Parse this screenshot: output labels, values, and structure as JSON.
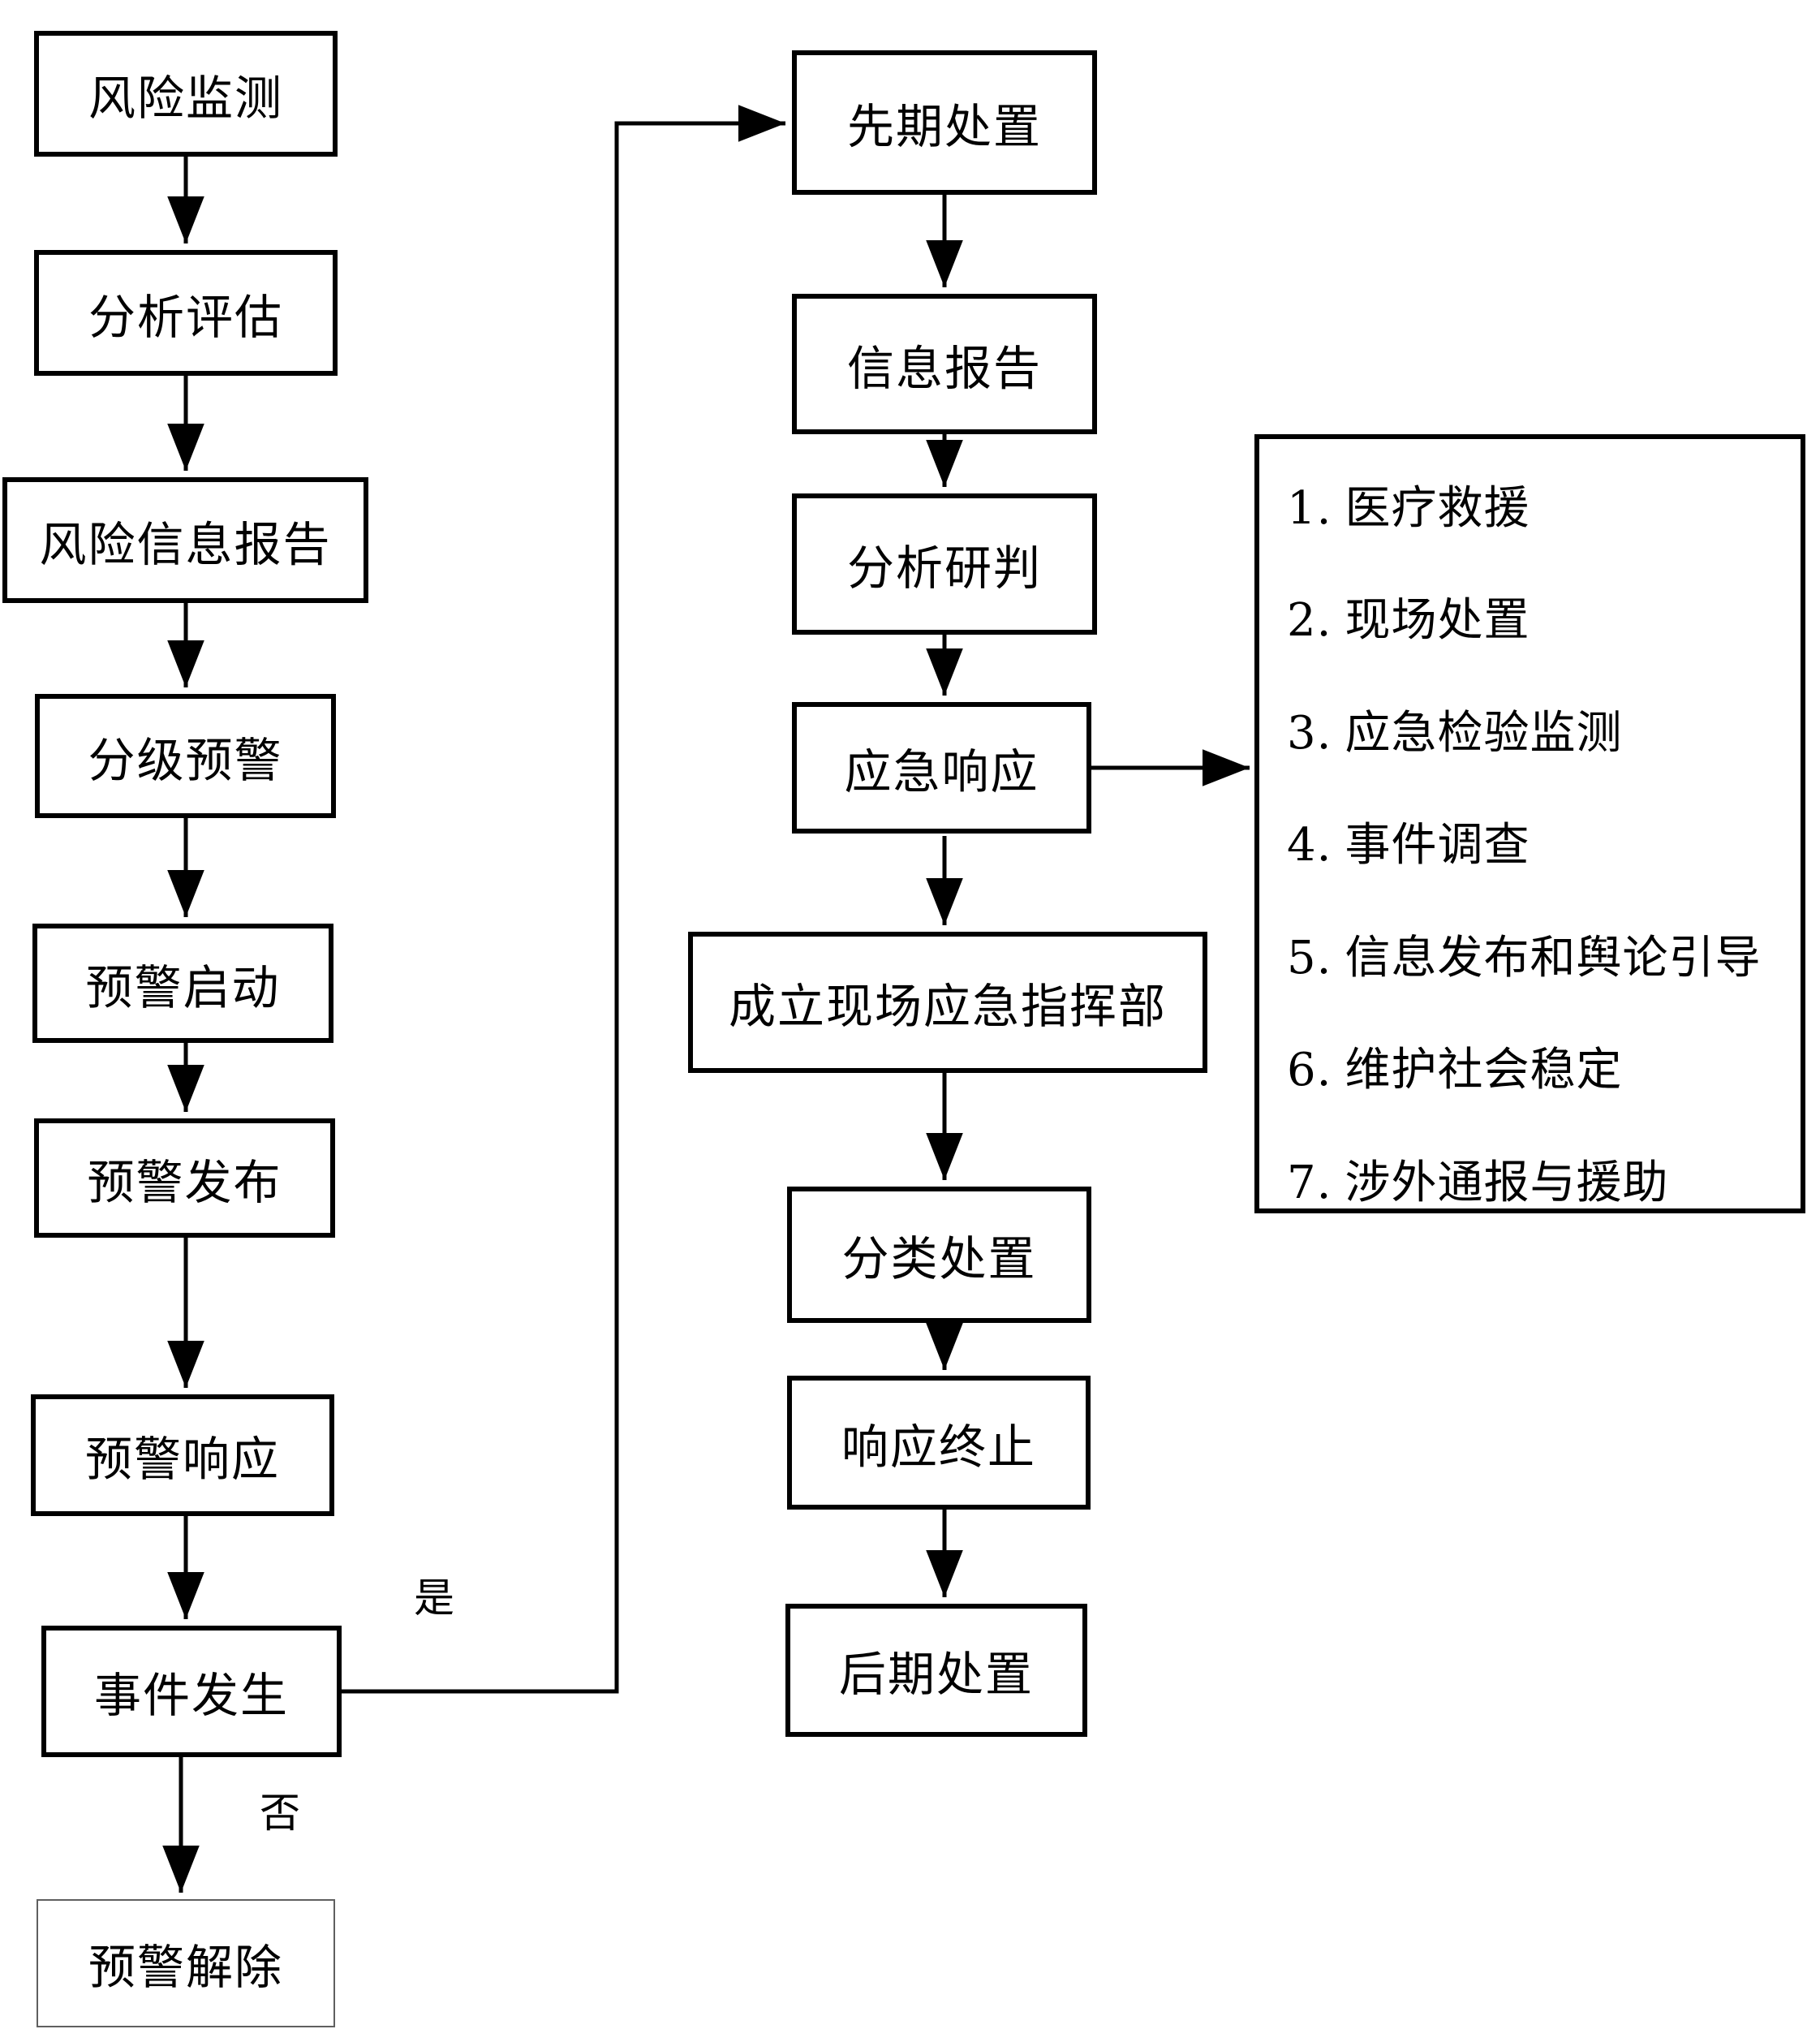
{
  "diagram": {
    "left_flow": [
      {
        "label": "风险监测"
      },
      {
        "label": "分析评估"
      },
      {
        "label": "风险信息报告"
      },
      {
        "label": "分级预警"
      },
      {
        "label": "预警启动"
      },
      {
        "label": "预警发布"
      },
      {
        "label": "预警响应"
      },
      {
        "label": "事件发生"
      },
      {
        "label": "预警解除"
      }
    ],
    "middle_flow": [
      {
        "label": "先期处置"
      },
      {
        "label": "信息报告"
      },
      {
        "label": "分析研判"
      },
      {
        "label": "应急响应"
      },
      {
        "label": "成立现场应急指挥部"
      },
      {
        "label": "分类处置"
      },
      {
        "label": "响应终止"
      },
      {
        "label": "后期处置"
      }
    ],
    "decision_labels": {
      "yes": "是",
      "no": "否"
    },
    "task_list": {
      "items": [
        {
          "num": "1.",
          "text": "医疗救援"
        },
        {
          "num": "2.",
          "text": "现场处置"
        },
        {
          "num": "3.",
          "text": "应急检验监测"
        },
        {
          "num": "4.",
          "text": "事件调查"
        },
        {
          "num": "5.",
          "text": "信息发布和舆论引导"
        },
        {
          "num": "6.",
          "text": "维护社会稳定"
        },
        {
          "num": "7.",
          "text": "涉外通报与援助"
        }
      ]
    }
  }
}
